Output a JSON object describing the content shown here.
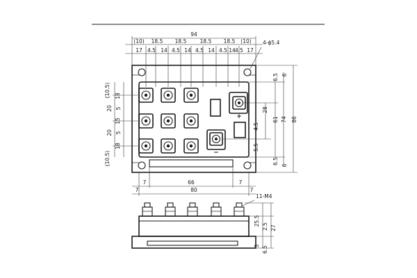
{
  "dims_top": {
    "total_width": "94",
    "paren_left": "(10)",
    "paren_right": "(10)",
    "pitch": [
      "18.5",
      "18.5",
      "18.5",
      "18.5"
    ],
    "row3": [
      "17",
      "4.5",
      "14",
      "4.5",
      "14",
      "4.5",
      "14",
      "4.5",
      "14",
      "4.5",
      "17"
    ]
  },
  "callouts": {
    "mount_holes": "4-ϕ5.4",
    "terminals": "11-M4"
  },
  "dims_left": {
    "values": [
      "(10.5)",
      "18",
      "20",
      "5",
      "15",
      "5",
      "20",
      "18",
      "(10.5)"
    ]
  },
  "dims_right": {
    "values": [
      "6",
      "6.5",
      "28",
      "61",
      "74",
      "86",
      "4.5",
      "5.5",
      "6.5",
      "6"
    ]
  },
  "dims_bottom": {
    "seven_a": "7",
    "span_66": "66",
    "seven_b": "7",
    "seven_c": "7",
    "span_80": "80",
    "seven_d": "7"
  },
  "dims_side": {
    "values": [
      "2.5",
      "25.5",
      "27",
      "3",
      "6.5"
    ]
  },
  "polarity": {
    "plus": "+",
    "minus": "−"
  }
}
